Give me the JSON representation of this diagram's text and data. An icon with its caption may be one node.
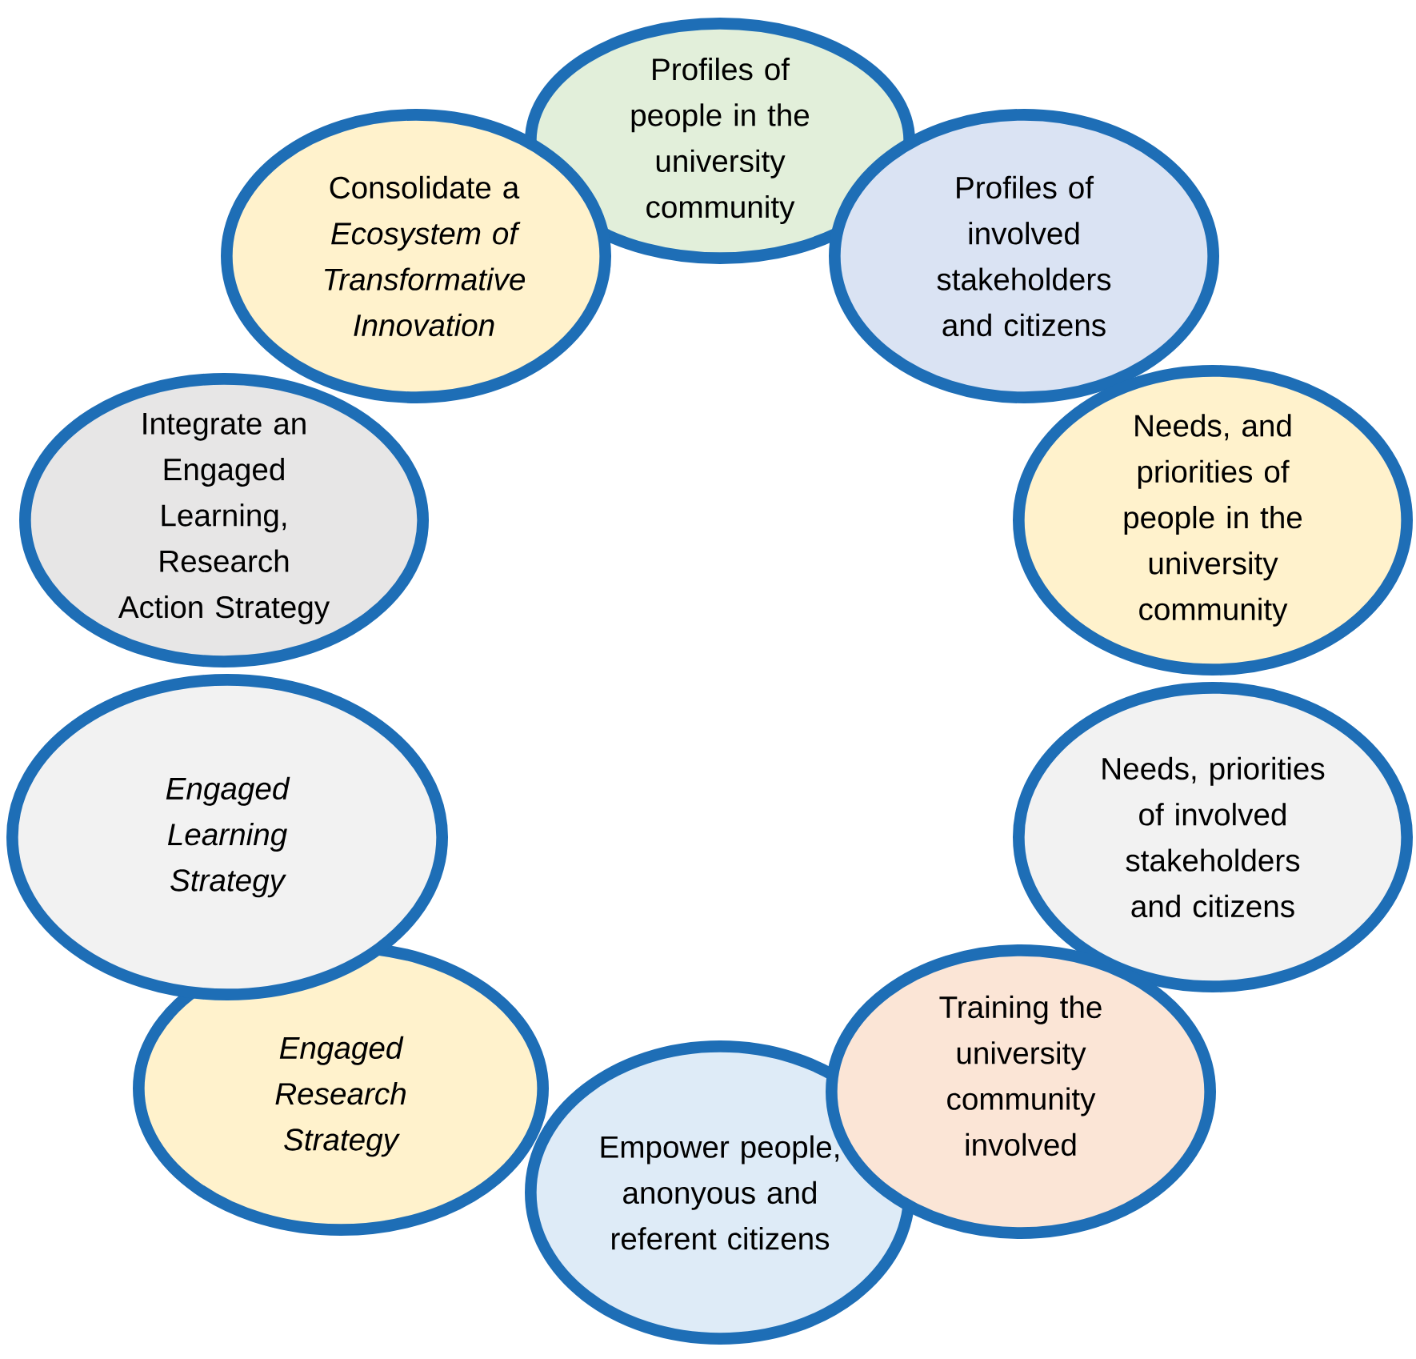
{
  "diagram": {
    "nodes": [
      {
        "text": [
          "Profiles of people in the university community"
        ]
      },
      {
        "text": [
          "Consolidate a *Ecosystem of Transformative Innovation*"
        ]
      },
      {
        "text": [
          "Profiles of involved stakeholders and citizens"
        ]
      },
      {
        "text": [
          "Integrate an Engaged Learning, Research Action Strategy"
        ]
      },
      {
        "text": [
          "Needs, and priorities of people in the university community"
        ]
      },
      {
        "text": [
          "Engaged Learning Strategy"
        ]
      },
      {
        "text": [
          "Needs, priorities of involved stakeholders and citizens"
        ]
      },
      {
        "text": [
          "Engaged Research Strategy"
        ]
      },
      {
        "text": [
          "Training the university community involved"
        ]
      },
      {
        "text": [
          "Empower people, anonyous and referent citizens"
        ]
      }
    ]
  }
}
